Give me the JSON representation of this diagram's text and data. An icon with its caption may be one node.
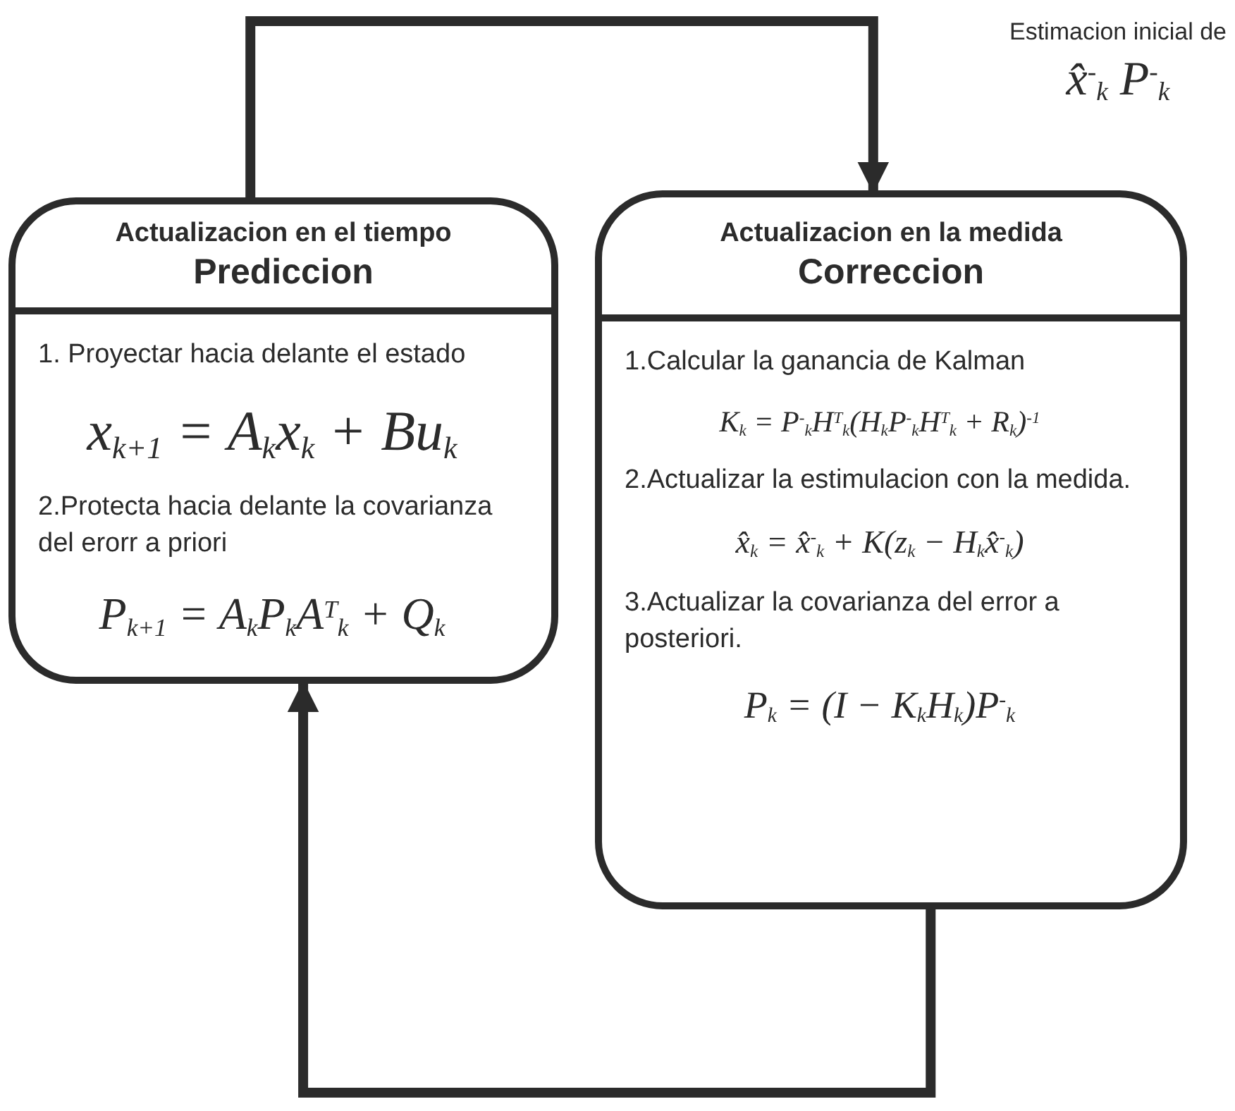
{
  "diagram": {
    "nodes": [
      {
        "text": [
          "Actualizacion en el tiempo",
          "Prediccion",
          "1. Proyectar hacia delante el estado",
          "x$_{k+1}$ = A$_{k}$x$_{k}$ + Bu$_{k}$",
          "2.Protecta hacia delante la covarianza del erorr a priori",
          "P$_{k+1}$ = A$_{k}$P$_{k}$A$^{T}$$_{k}$ + Q$_{k}$"
        ]
      },
      {
        "text": [
          "Actualizacion en la medida",
          "Correccion",
          "1.Calcular la ganancia de Kalman",
          "K$_{k}$ = P$^{-}$$_{k}$H$^{T}$$_{k}$(H$_{k}$P$^{-}$$_{k}$H$^{T}$$_{k}$ + R$_{k}$)$^{-1}$",
          "2.Actualizar la estimulacion con la medida.",
          "x̂$_{k}$ = x̂$^{-}$$_{k}$ + K(z$_{k}$ − H$_{k}$x̂$^{-}$$_{k}$)",
          "3.Actualizar la covarianza del error a posteriori.",
          "P$_{k}$ = (I − K$_{k}$H$_{k}$)P$^{-}$$_{k}$"
        ]
      }
    ],
    "edges": [
      {
        "from": 0,
        "to": 1,
        "arrow": "to"
      },
      {
        "from": 1,
        "to": 0,
        "arrow": "to"
      }
    ],
    "labels": [
      "Estimacion inicial de",
      "x̂$^{-}$$_{k}$ P$^{-}$$_{k}$"
    ]
  }
}
